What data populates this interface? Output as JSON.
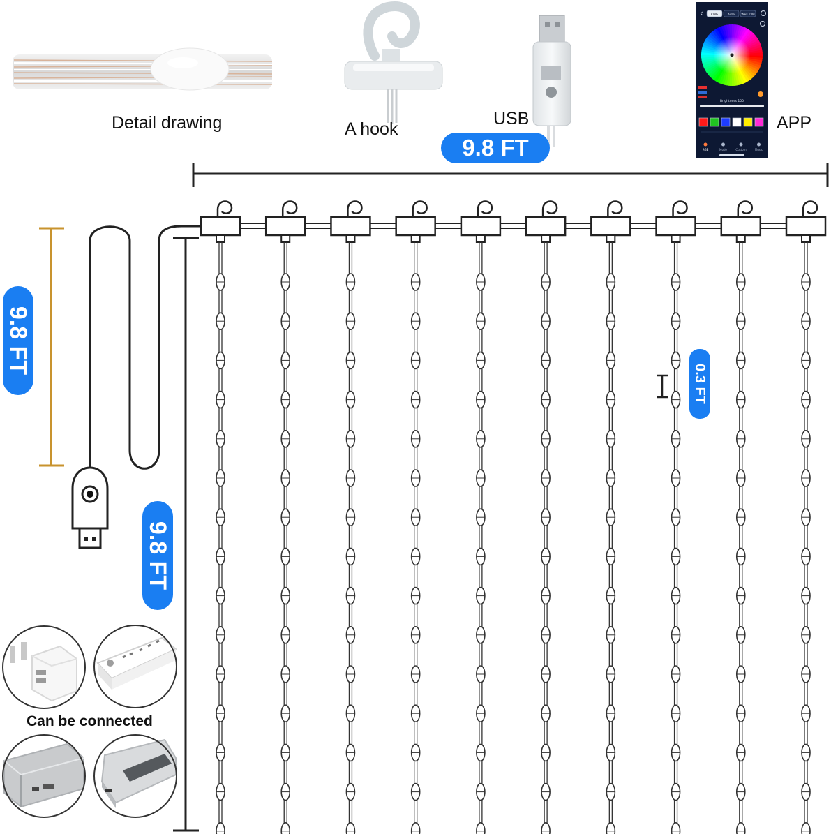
{
  "top_labels": {
    "detail": "Detail drawing",
    "hook": "A hook",
    "usb": "USB",
    "app": "APP"
  },
  "dimensions": {
    "width": "9.8 FT",
    "cable_length": "9.8 FT",
    "height": "9.8 FT",
    "bulb_spacing": "0.3 FT"
  },
  "power": {
    "caption": "Can be connected"
  },
  "curtain": {
    "strands": 10,
    "bulbs_per_strand": 15
  },
  "app_screen": {
    "tabs": [
      "RING",
      "Aisle",
      "WHT DIM"
    ],
    "brightness_label": "Brightness 100",
    "swatches": [
      "#ff1a1a",
      "#21c421",
      "#1e3cff",
      "#ffffff",
      "#ffee00",
      "#ff2bd6"
    ],
    "nav": [
      "RGB",
      "Mode",
      "Custom",
      "Music"
    ]
  },
  "colors": {
    "accent": "#1a7ef2",
    "dimension_line": "#c8932e",
    "wire": "#222222"
  }
}
